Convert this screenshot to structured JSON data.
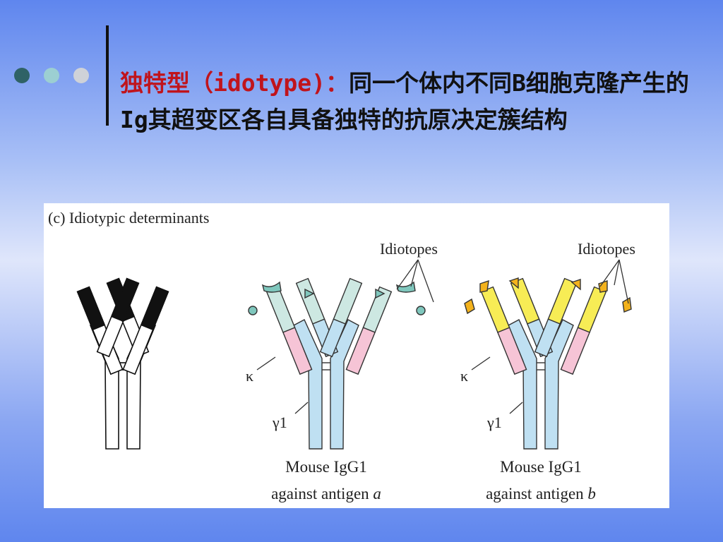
{
  "slide": {
    "term": "独特型（idotype)：",
    "definition": "同一个体内不同B细胞克隆产生的Ig其超变区各自具备独特的抗原决定簇结构",
    "colors": {
      "term": "#c0141c",
      "dot1": "#2f6266",
      "dot2": "#9ccfd2",
      "dot3": "#cfd2d8"
    }
  },
  "figure": {
    "caption": "(c) Idiotypic determinants",
    "idiotopes_label_1": "Idiotopes",
    "idiotopes_label_2": "Idiotopes",
    "kappa_label_1": "κ",
    "kappa_label_2": "κ",
    "gamma_label_1": "γ1",
    "gamma_label_2": "γ1",
    "antibody_a_line1": "Mouse IgG1",
    "antibody_a_line2_prefix": "against antigen ",
    "antibody_a_antigen": "a",
    "antibody_b_line1": "Mouse IgG1",
    "antibody_b_line2_prefix": "against antigen ",
    "antibody_b_antigen": "b"
  }
}
